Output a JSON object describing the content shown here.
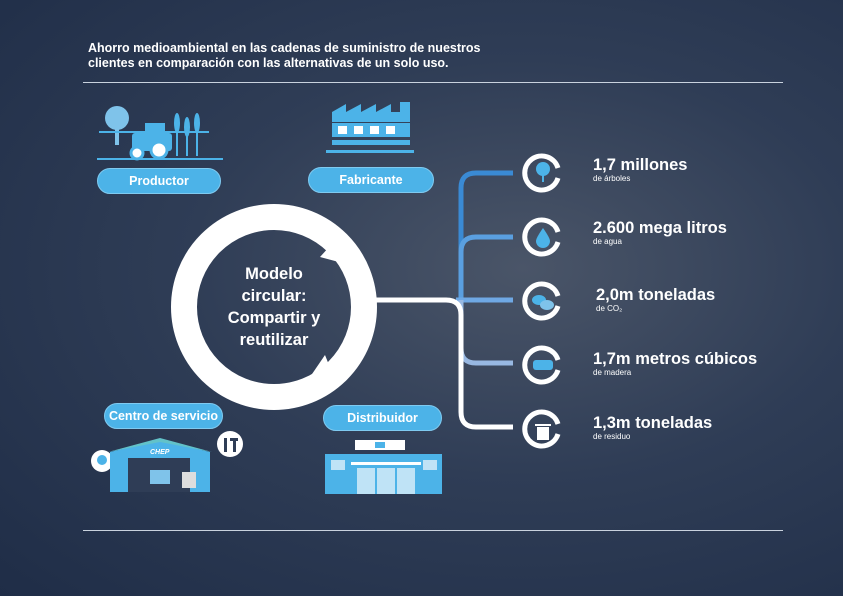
{
  "intro": "Ahorro medioambiental en las cadenas de suministro de nuestros clientes en comparación con las alternativas de un solo uso.",
  "cycle": {
    "center": "Modelo circular: Compartir y reutilizar",
    "stages": {
      "productor": "Productor",
      "fabricante": "Fabricante",
      "centro": "Centro de servicio",
      "distribuidor": "Distribuidor"
    },
    "warehouse_sign": "CHEP"
  },
  "stats": [
    {
      "value": "1,7 millones",
      "unit": "de árboles",
      "icon": "tree-icon"
    },
    {
      "value": "2.600 mega litros",
      "unit": "de agua",
      "icon": "water-drop-icon"
    },
    {
      "value": "2,0m toneladas",
      "unit": "de CO₂",
      "icon": "cloud-icon"
    },
    {
      "value": "1,7m metros cúbicos",
      "unit": "de madera",
      "icon": "wood-icon"
    },
    {
      "value": "1,3m toneladas",
      "unit": "de residuo",
      "icon": "trash-icon"
    }
  ],
  "colors": {
    "accent": "#4cb3e8",
    "branch1": "#3a8ad4",
    "branch2": "#5a9fe0",
    "branch3": "#6fa8e4",
    "branch4": "#98b8e2",
    "branch5": "#ffffff"
  }
}
